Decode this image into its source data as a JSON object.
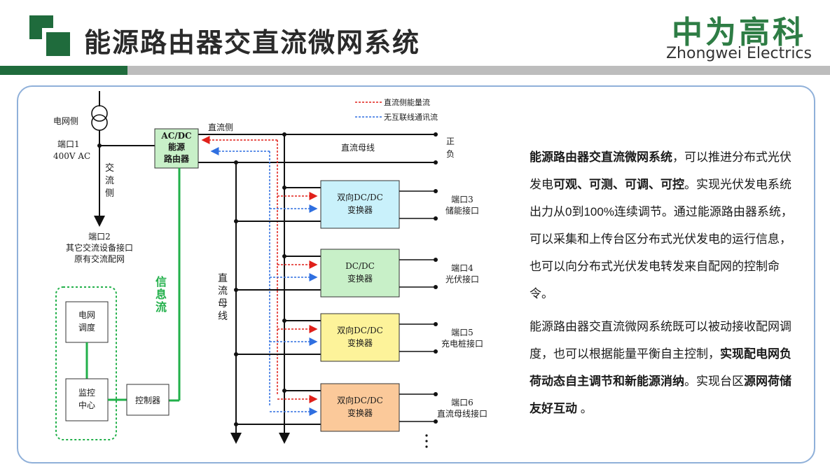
{
  "header": {
    "title": "能源路由器交直流微网系统",
    "brand_cn": "中为高科",
    "brand_en": "Zhongwei Electrics",
    "colors": {
      "brand_green": "#1f6b3c",
      "accent_green": "#2e7d45",
      "panel_border": "#8fb0d9"
    }
  },
  "diagram": {
    "legend": {
      "energy": "直流侧能量流",
      "comm": "无互联线通讯流"
    },
    "grid_side": "电网侧",
    "port1_line1": "端口1",
    "port1_line2": "400V AC",
    "ac_side": [
      "交",
      "流",
      "侧"
    ],
    "port2": [
      "端口2",
      "其它交流设备接口",
      "原有交流配网"
    ],
    "router": [
      "AC/DC",
      "能源",
      "路由器"
    ],
    "dc_side": "直流侧",
    "dc_bus_h": "直流母线",
    "pos": "正",
    "neg": "负",
    "dc_bus_v": [
      "直",
      "流",
      "母",
      "线"
    ],
    "info_flow": [
      "信",
      "息",
      "流"
    ],
    "dispatch": [
      "电网",
      "调度"
    ],
    "monitor": [
      "监控",
      "中心"
    ],
    "controller": "控制器",
    "converters": [
      {
        "line1": "双向DC/DC",
        "line2": "变换器",
        "port": "端口3",
        "port_name": "储能接口",
        "color": "#c9f1fb"
      },
      {
        "line1": "DC/DC",
        "line2": "变换器",
        "port": "端口4",
        "port_name": "光伏接口",
        "color": "#c8f0c8"
      },
      {
        "line1": "双向DC/DC",
        "line2": "变换器",
        "port": "端口5",
        "port_name": "充电桩接口",
        "color": "#fdf39a"
      },
      {
        "line1": "双向DC/DC",
        "line2": "变换器",
        "port": "端口6",
        "port_name": "直流母线接口",
        "color": "#fbc99a"
      }
    ]
  },
  "description": {
    "p1_b1": "能源路由器交直流微网系统",
    "p1_t1": "，可以推进分布式光伏发电",
    "p1_b2": "可观、可测、可调、可控",
    "p1_t2": "。实现光伏发电系统出力从0到100%连续调节。通过能源路由器系统，可以采集和上传台区分布式光伏发电的运行信息，也可以向分布式光伏发电转发来自配网的控制命令。",
    "p2_t1": "能源路由器交直流微网系统既可以被动接收配网调度，也可以根据能量平衡自主控制，",
    "p2_b1": "实现配电网负荷动态自主调节和新能源消纳",
    "p2_t2": "。实现台区",
    "p2_b2": "源网荷储友好互动",
    "p2_t3": " 。"
  }
}
